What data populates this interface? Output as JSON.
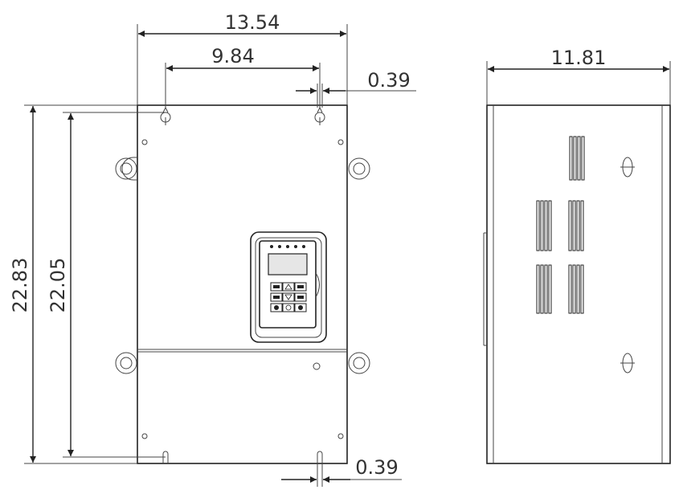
{
  "dimensions": {
    "front_width": "13.54",
    "mount_hole_spacing_width": "9.84",
    "top_hole_offset": "0.39",
    "total_height": "22.83",
    "mount_hole_spacing_height": "22.05",
    "bottom_hole_offset": "0.39",
    "side_depth": "11.81"
  },
  "colors": {
    "line": "#222222",
    "text": "#333333",
    "background": "#ffffff"
  }
}
